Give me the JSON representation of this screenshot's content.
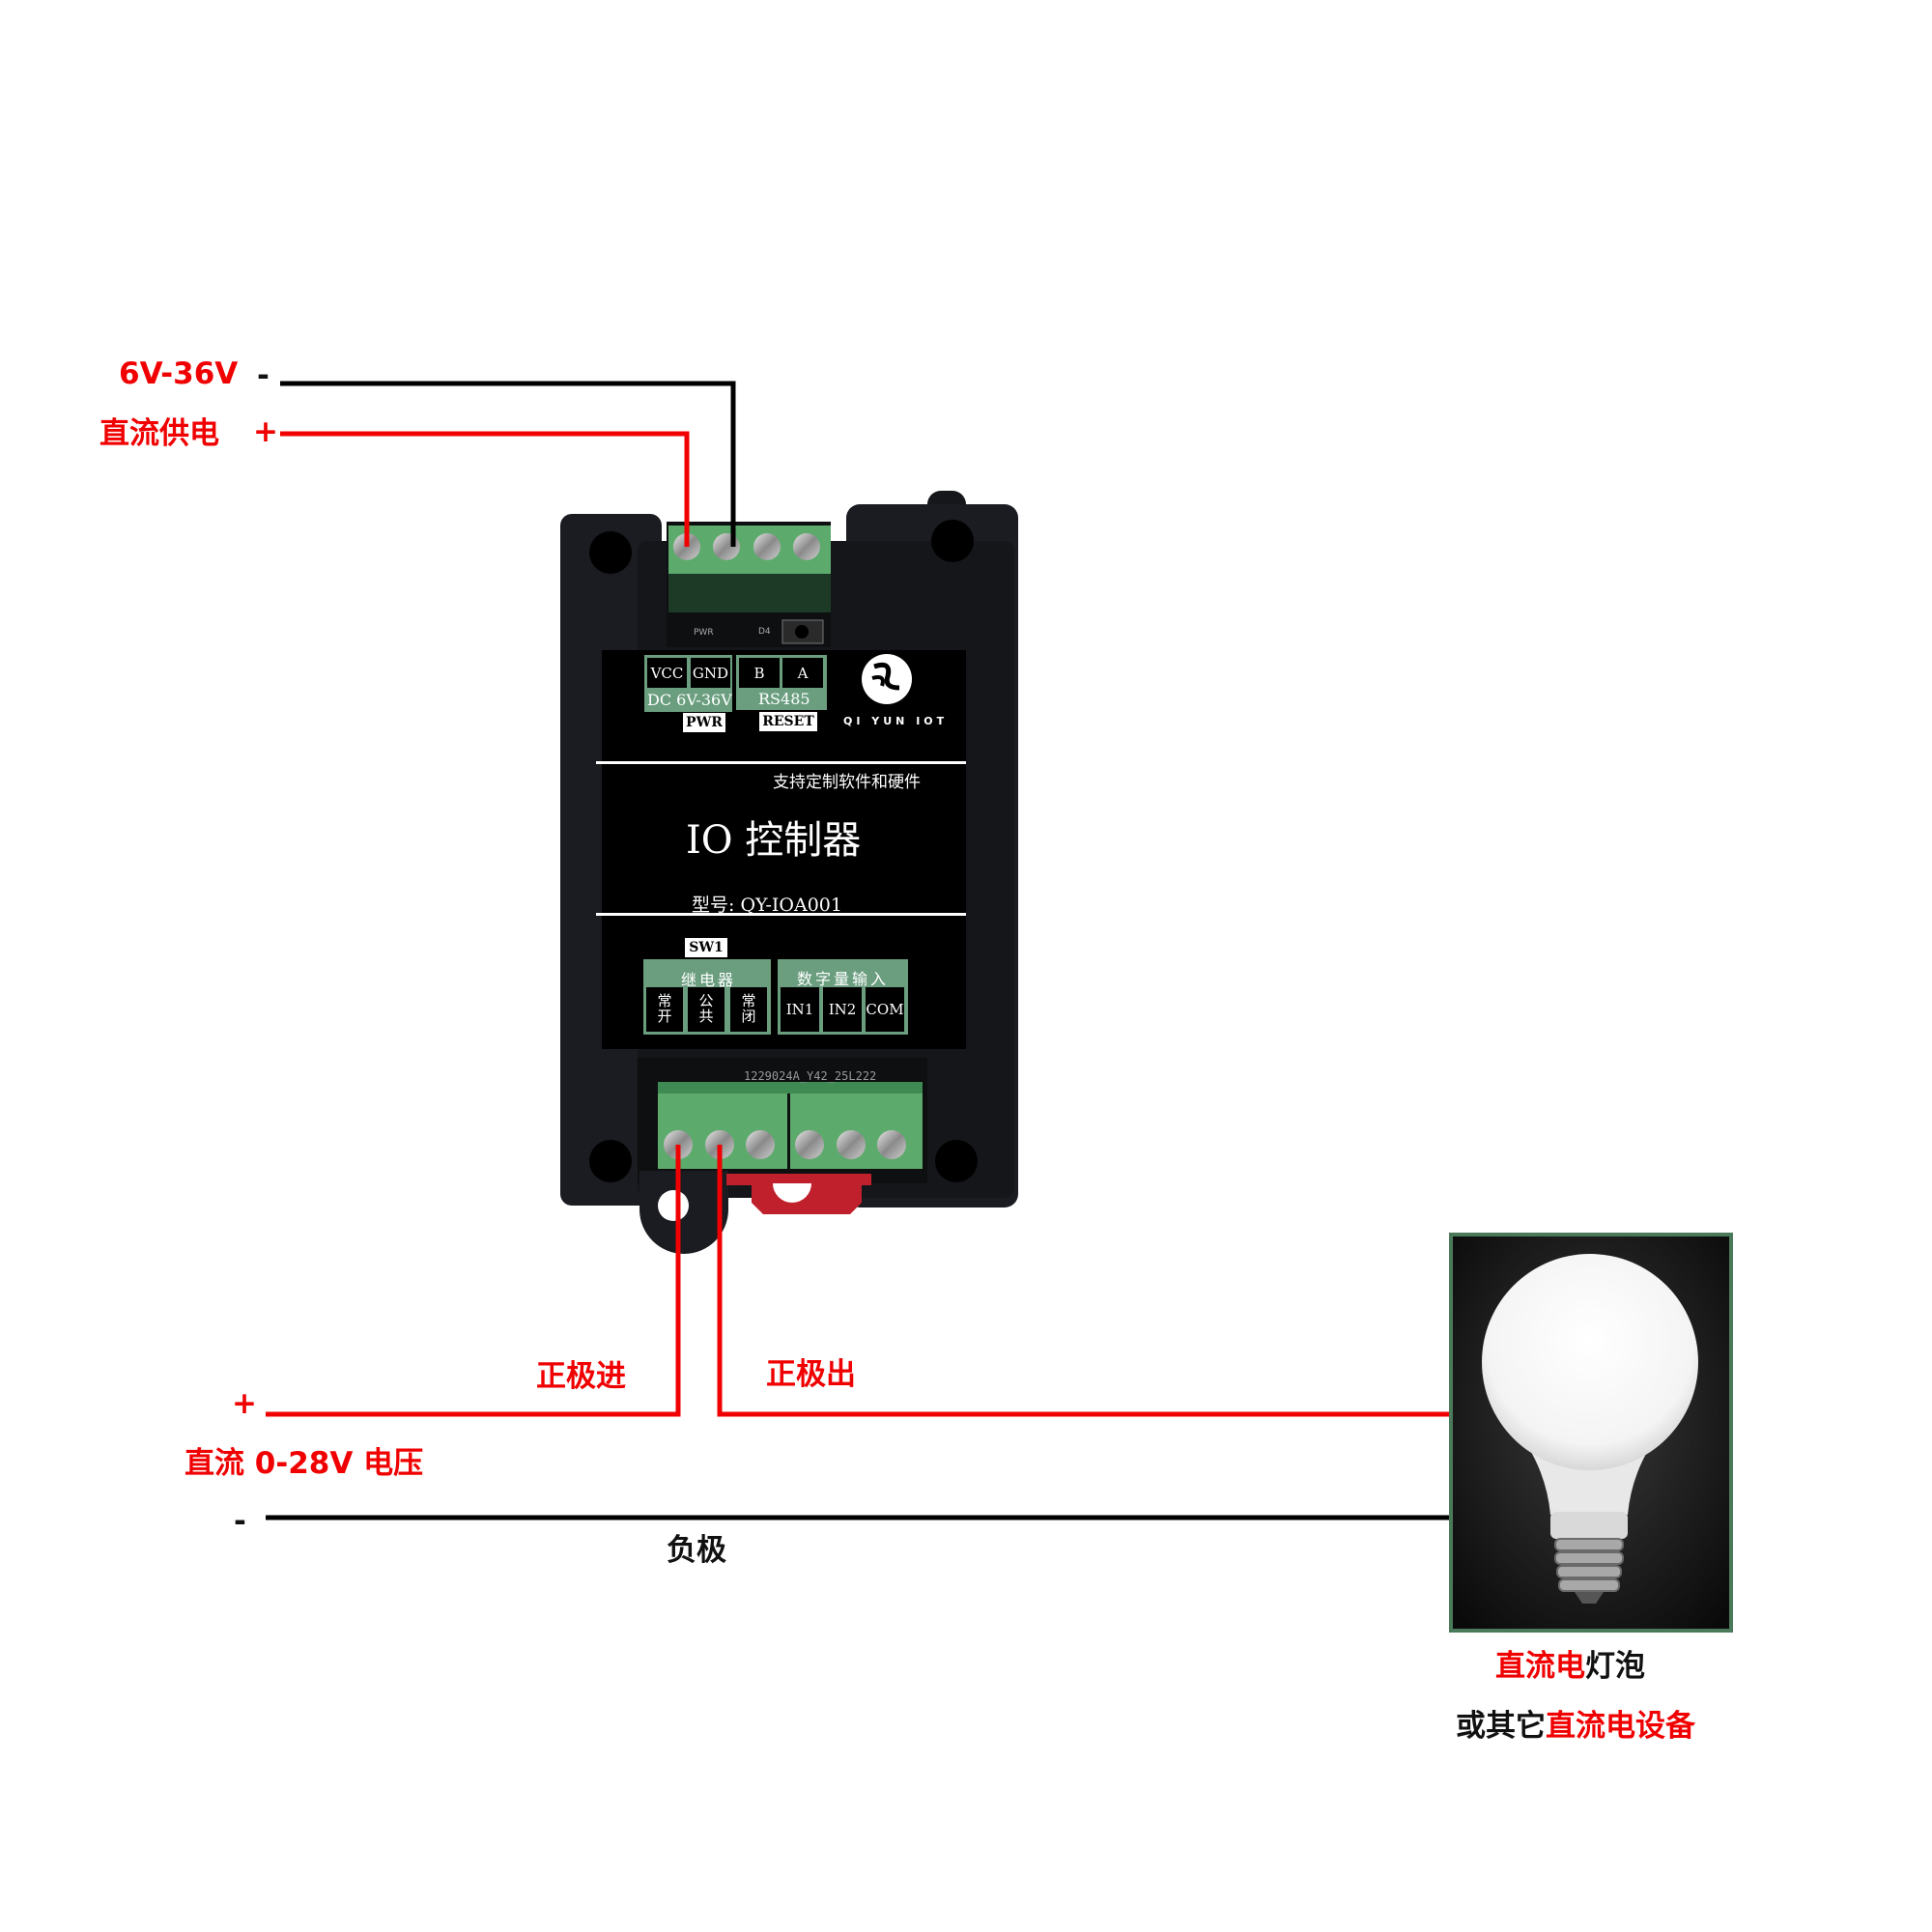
{
  "power": {
    "voltage_label": "6V-36V",
    "minus": "-",
    "supply_label": "直流供电",
    "plus": "+"
  },
  "device": {
    "top_pcb": {
      "pwr": "PWR",
      "d4": "D4"
    },
    "terminals_top": [
      {
        "label": "VCC"
      },
      {
        "label": "GND"
      },
      {
        "label": "B"
      },
      {
        "label": "A"
      }
    ],
    "dc_label": "DC 6V-36V",
    "rs485_label": "RS485",
    "pwr_label": "PWR",
    "reset_label": "RESET",
    "brand": "QI YUN IOT",
    "slogan": "支持定制软件和硬件",
    "title": "IO 控制器",
    "model": "型号: QY-IOA001",
    "sw_label": "SW1",
    "relay_group": "继电器",
    "relay_terminals": [
      {
        "top": "常",
        "bottom": "开"
      },
      {
        "top": "公",
        "bottom": "共"
      },
      {
        "top": "常",
        "bottom": "闭"
      }
    ],
    "input_group": "数字量输入",
    "input_terminals": [
      "IN1",
      "IN2",
      "COM"
    ],
    "serial": "1229024A_Y42_25L222"
  },
  "load_circuit": {
    "plus": "+",
    "positive_in": "正极进",
    "positive_out": "正极出",
    "dc_label": "直流 0-28V 电压",
    "minus": "-",
    "negative": "负极"
  },
  "load": {
    "line1_red": "直流电",
    "line1_black": "灯泡",
    "line2_black": "或其它",
    "line2_red": "直流电设备"
  },
  "colors": {
    "wire_red": "#f00000",
    "wire_black": "#000000",
    "label_green": "#6a9e7f",
    "terminal_green": "#5caa6c"
  }
}
